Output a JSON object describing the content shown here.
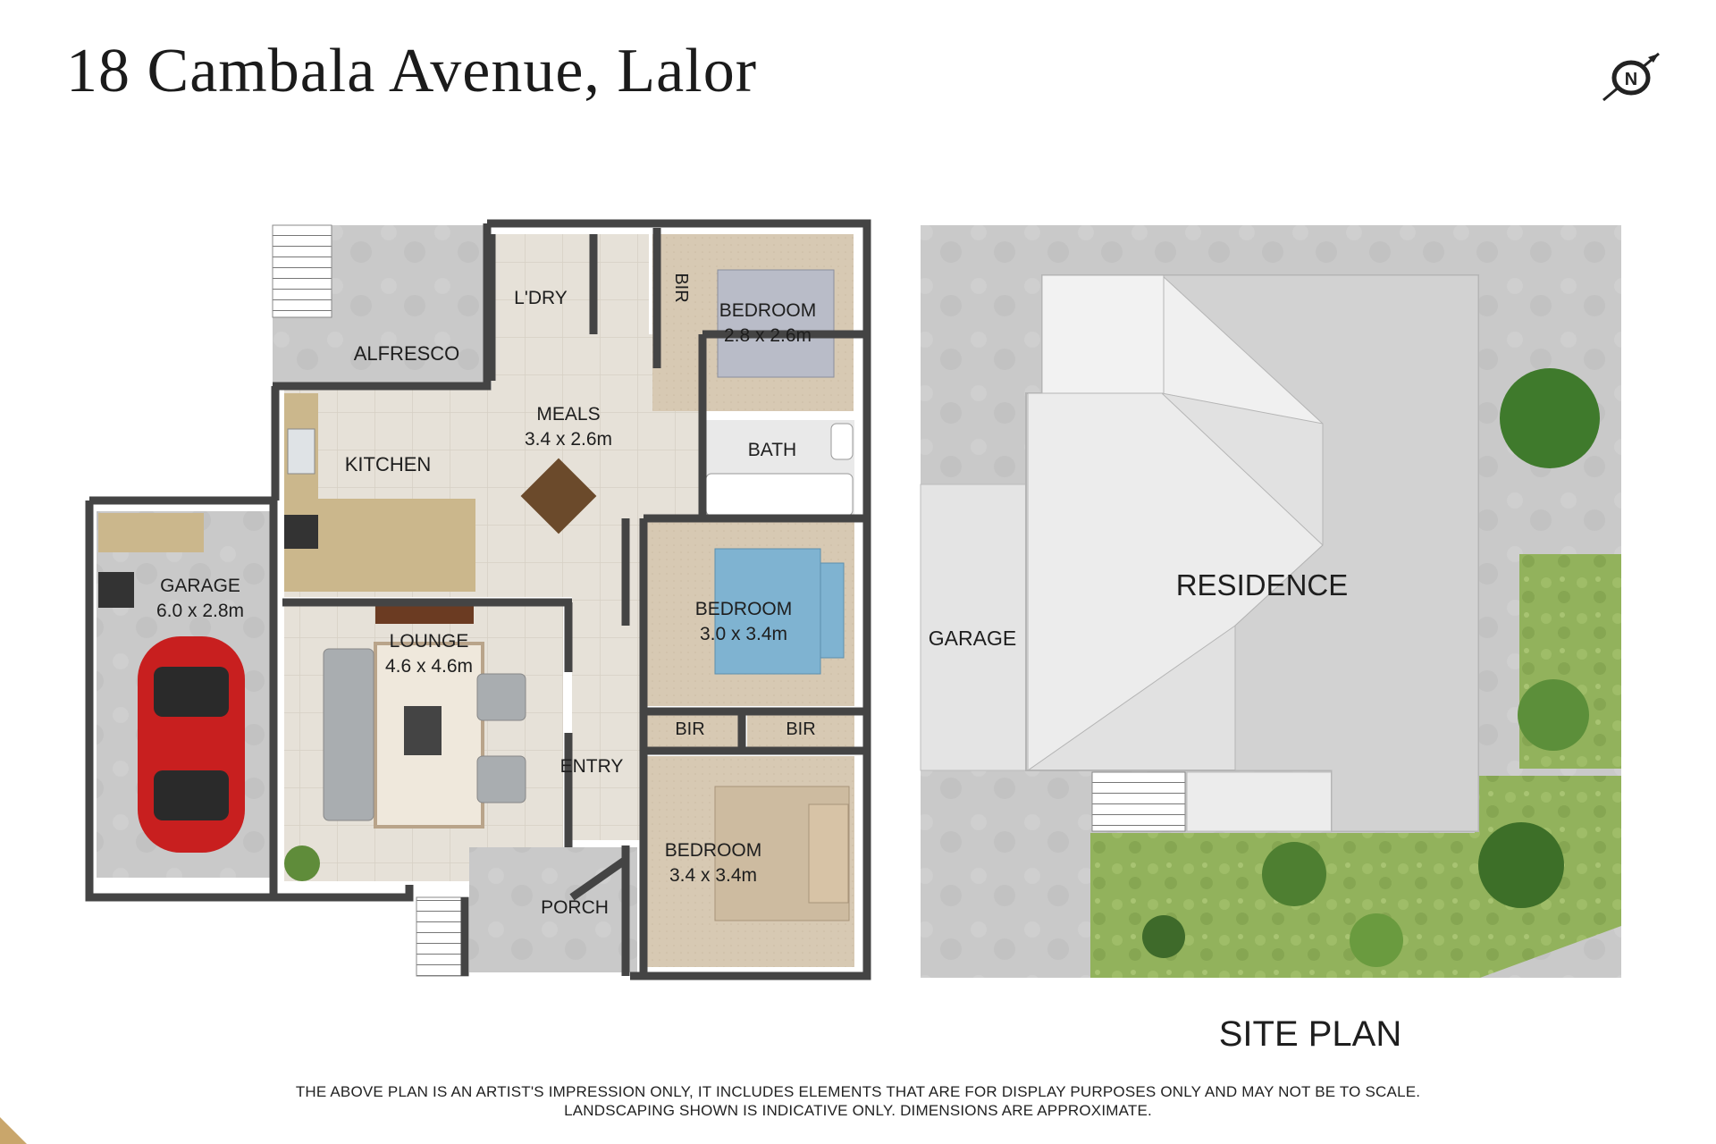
{
  "header": {
    "title": "18 Cambala Avenue, Lalor",
    "compass_letter": "N"
  },
  "floor_plan": {
    "rooms": {
      "alfresco": {
        "name": "ALFRESCO"
      },
      "laundry": {
        "name": "L'DRY"
      },
      "bir_top": {
        "name": "BIR"
      },
      "bedroom1": {
        "name": "BEDROOM",
        "size": "2.8 x 2.6m"
      },
      "meals": {
        "name": "MEALS",
        "size": "3.4 x 2.6m"
      },
      "kitchen": {
        "name": "KITCHEN"
      },
      "bath": {
        "name": "BATH"
      },
      "garage": {
        "name": "GARAGE",
        "size": "6.0 x 2.8m"
      },
      "bedroom2": {
        "name": "BEDROOM",
        "size": "3.0 x 3.4m"
      },
      "lounge": {
        "name": "LOUNGE",
        "size": "4.6 x 4.6m"
      },
      "bir_left": {
        "name": "BIR"
      },
      "bir_right": {
        "name": "BIR"
      },
      "entry": {
        "name": "ENTRY"
      },
      "bedroom3": {
        "name": "BEDROOM",
        "size": "3.4 x 3.4m"
      },
      "porch": {
        "name": "PORCH"
      }
    }
  },
  "site_plan": {
    "title": "SITE PLAN",
    "residence_label": "RESIDENCE",
    "garage_label": "GARAGE"
  },
  "colors": {
    "wall": "#444444",
    "floor_tile": "#e4dfd6",
    "carpet": "#d6c8b2",
    "concrete": "#c8c8c8",
    "roof": "#dcdcdc",
    "lawn": "#8fb15a",
    "car": "#c81f1f"
  },
  "disclaimer": {
    "line1": "THE ABOVE PLAN IS AN ARTIST'S IMPRESSION ONLY, IT INCLUDES ELEMENTS THAT ARE FOR DISPLAY PURPOSES ONLY AND MAY NOT BE TO SCALE.",
    "line2": "LANDSCAPING SHOWN IS INDICATIVE ONLY. DIMENSIONS ARE APPROXIMATE."
  }
}
